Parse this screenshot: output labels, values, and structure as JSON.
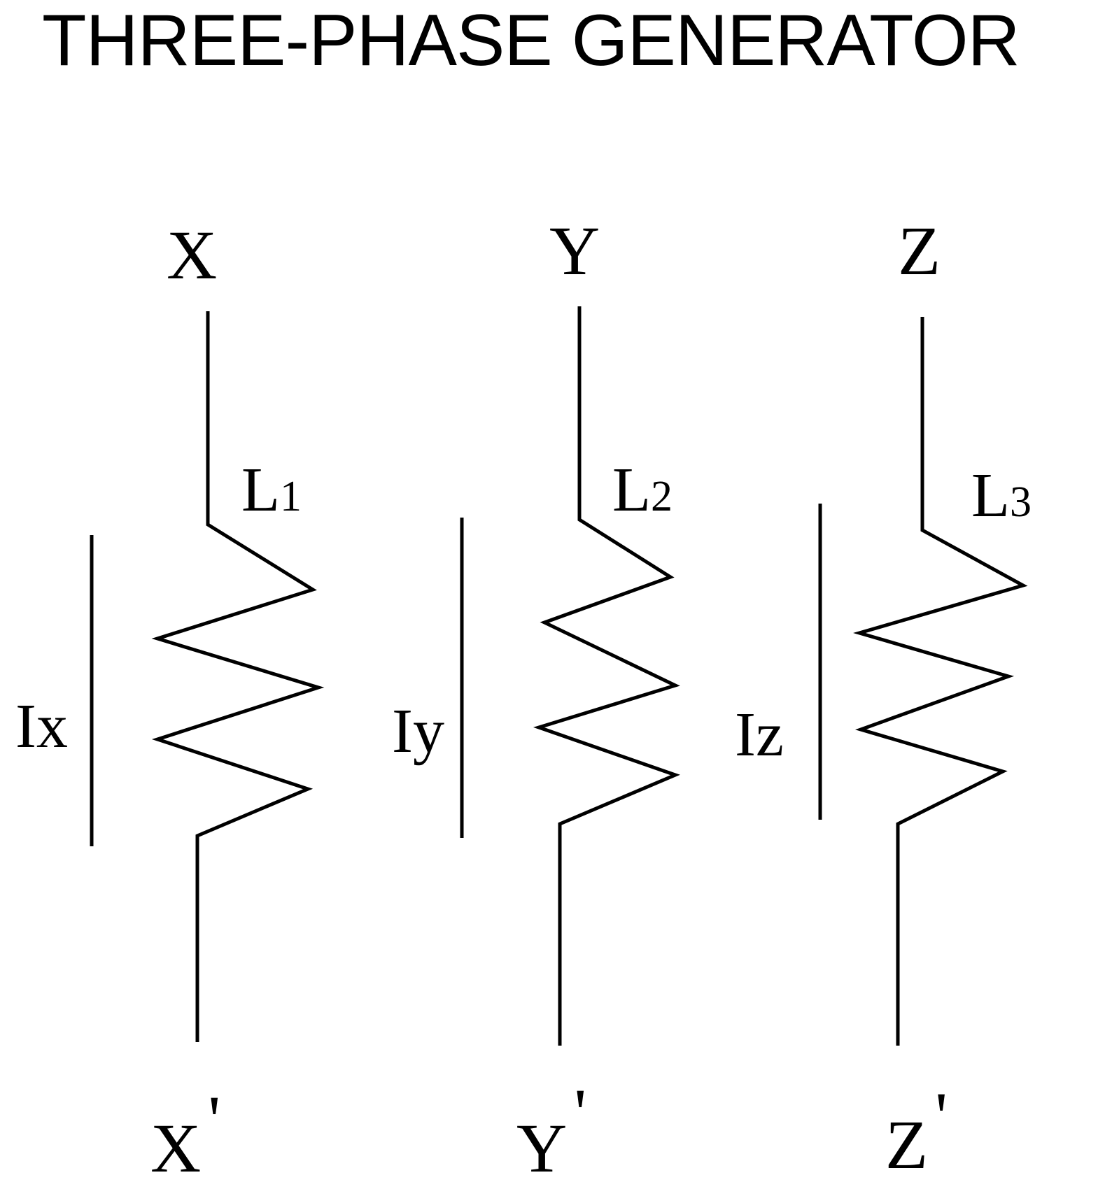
{
  "title": "THREE-PHASE GENERATOR",
  "phases": [
    {
      "terminal": "X",
      "terminal_end": "X",
      "prime_mark": "'",
      "coil_label": "L",
      "coil_label_sub": "1",
      "current_label": "Ix"
    },
    {
      "terminal": "Y",
      "terminal_end": "Y",
      "prime_mark": "'",
      "coil_label": "L",
      "coil_label_sub": "2",
      "current_label": "Iy"
    },
    {
      "terminal": "Z",
      "terminal_end": "Z",
      "prime_mark": "'",
      "coil_label": "L",
      "coil_label_sub": "3",
      "current_label": "Iz"
    }
  ]
}
